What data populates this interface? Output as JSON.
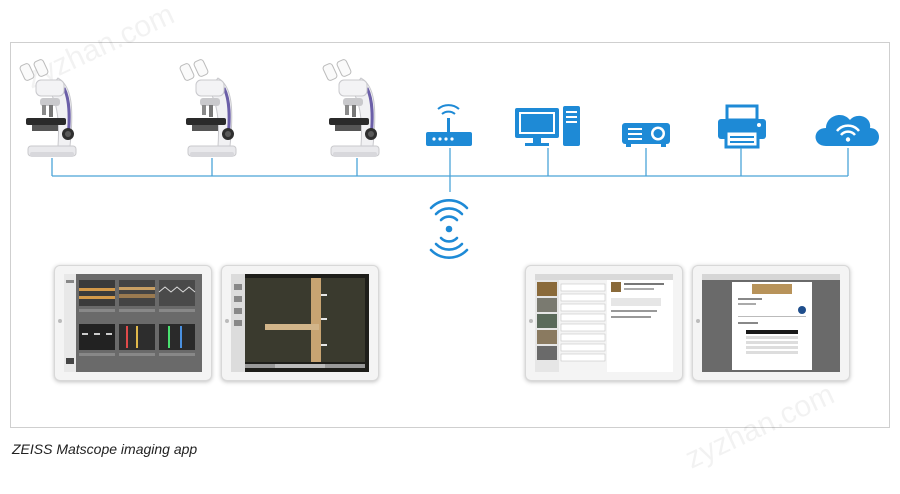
{
  "caption": "ZEISS Matscope imaging app",
  "watermark": "zyzhan.com",
  "colors": {
    "network_line": "#4aa3d8",
    "device_blue": "#1e8ad6",
    "frame_border": "#cfcfcf"
  },
  "devices": [
    {
      "name": "microscope",
      "icon": "microscope-icon"
    },
    {
      "name": "microscope",
      "icon": "microscope-icon"
    },
    {
      "name": "microscope",
      "icon": "microscope-icon"
    },
    {
      "name": "router",
      "icon": "router-icon"
    },
    {
      "name": "computer",
      "icon": "computer-icon"
    },
    {
      "name": "projector",
      "icon": "projector-icon"
    },
    {
      "name": "printer",
      "icon": "printer-icon"
    },
    {
      "name": "cloud",
      "icon": "cloud-wifi-icon"
    }
  ],
  "wireless": {
    "icon": "wifi-signal-icon"
  },
  "tablets": [
    {
      "name": "thumbnail-grid-view",
      "icon": "tablet-icon"
    },
    {
      "name": "live-image-view",
      "icon": "tablet-icon"
    },
    {
      "name": "list-report-view",
      "icon": "tablet-icon"
    },
    {
      "name": "document-report-view",
      "icon": "tablet-icon"
    }
  ]
}
